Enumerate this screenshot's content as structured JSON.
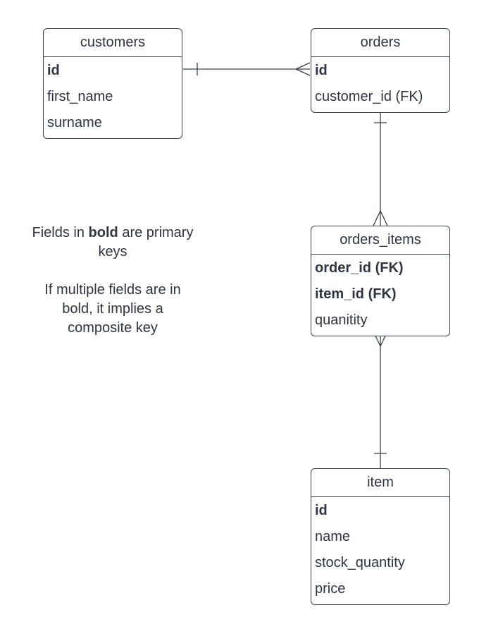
{
  "entities": {
    "customers": {
      "name": "customers",
      "fields": [
        {
          "text": "id",
          "primary": true
        },
        {
          "text": "first_name",
          "primary": false
        },
        {
          "text": "surname",
          "primary": false
        }
      ]
    },
    "orders": {
      "name": "orders",
      "fields": [
        {
          "text": "id",
          "primary": true
        },
        {
          "text": "customer_id (FK)",
          "primary": false
        }
      ]
    },
    "orders_items": {
      "name": "orders_items",
      "fields": [
        {
          "text": "order_id (FK)",
          "primary": true
        },
        {
          "text": "item_id (FK)",
          "primary": true
        },
        {
          "text": "quanitity",
          "primary": false
        }
      ]
    },
    "item": {
      "name": "item",
      "fields": [
        {
          "text": "id",
          "primary": true
        },
        {
          "text": "name",
          "primary": false
        },
        {
          "text": "stock_quantity",
          "primary": false
        },
        {
          "text": "price",
          "primary": false
        }
      ]
    }
  },
  "relationships": [
    {
      "from": "customers",
      "from_cardinality": "one",
      "to": "orders",
      "to_cardinality": "many"
    },
    {
      "from": "orders",
      "from_cardinality": "one",
      "to": "orders_items",
      "to_cardinality": "many"
    },
    {
      "from": "orders_items",
      "from_cardinality": "many",
      "to": "item",
      "to_cardinality": "one"
    }
  ],
  "note": {
    "line1_before": "Fields in ",
    "line1_bold": "bold",
    "line1_after": " are primary keys",
    "line2": "If multiple fields are in bold, it implies a composite key"
  },
  "colors": {
    "line": "#3a3f47",
    "text": "#2e3440"
  }
}
